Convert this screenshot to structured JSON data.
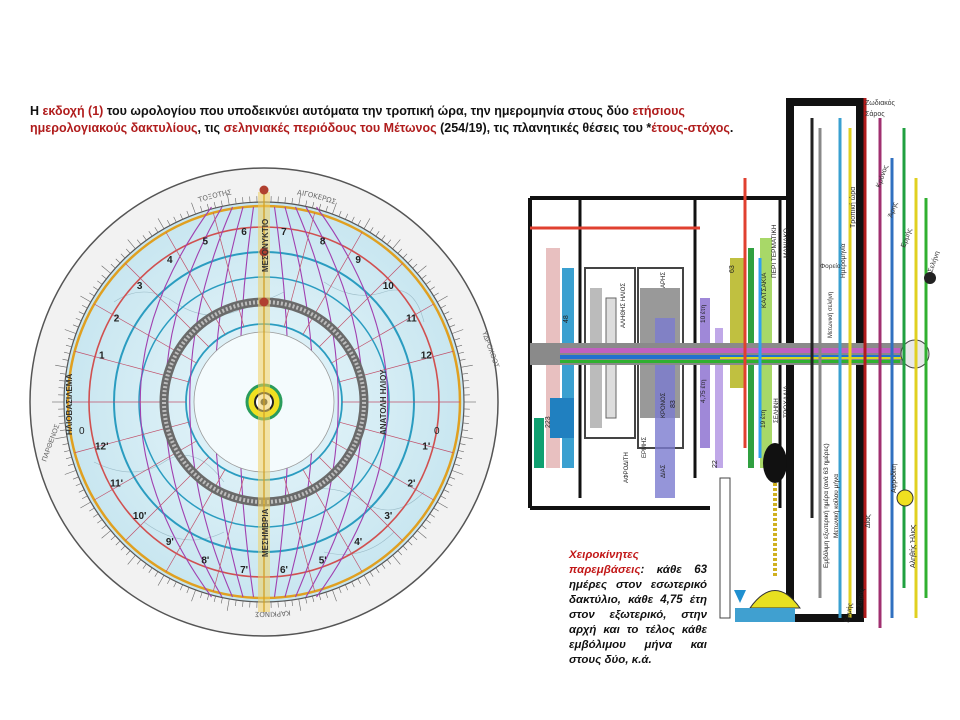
{
  "caption": {
    "p1": "Η ",
    "r1": "εκδοχή (1)",
    "p2": " του ωρολογίου που υποδεικνύει αυτόματα την τροπική ώρα, την ημερομηνία στους δύο ",
    "r2": "ετήσιους ημερολογιακούς δακτυλίους",
    "p3": ", τις ",
    "r3": "σεληνιακές περιόδους του Μέτωνος",
    "p4": " (254/19), τις πλανητικές θέσεις του *",
    "r4": "έτους-στόχος",
    "p5": "."
  },
  "note": {
    "red": "Χειροκίνητες παρεμβάσεις",
    "text": ": κάθε 63 ημέρες στον εσωτερικό δακτύλιο, κάθε 4,75 έτη στον εξωτερικό, στην αρχή και το τέλος κάθε εμβόλιμου μήνα και στους δύο, κ.ά."
  },
  "dial": {
    "zodiac_top": [
      "ΤΟΞΟΤΗΣ",
      "ΑΙΓΟΚΕΡΩΣ"
    ],
    "zodiac_left": "ΠΑΡΘΕΝΟΣ",
    "zodiac_right": "ΥΔΡΟΧΟΟΣ",
    "zodiac_bottom": "ΚΑΡΚΙΝΟΣ",
    "label_top": "ΜΕΣΟΝΥΚΤΙΟ",
    "label_bottom": "ΜΕΣΗΜΒΡΙΑ",
    "label_left": "ΗΛΙΟΒΑΣΙΛΕΜΑ",
    "label_right": "ΑΝΑΤΟΛΗ ΗΛΙΟΥ",
    "hours_upper": [
      "1",
      "2",
      "3",
      "4",
      "5",
      "6",
      "7",
      "8",
      "9",
      "10",
      "11",
      "12"
    ],
    "hours_lower": [
      "12'",
      "11'",
      "10'",
      "9'",
      "8'",
      "7'",
      "6'",
      "5'",
      "4'",
      "3'",
      "2'",
      "1'"
    ],
    "extra_left": "0",
    "extra_right": "0"
  },
  "mech": {
    "labels_top": [
      "Ζωδιακός",
      "Σάρος"
    ],
    "labels_right": [
      "Κρόνος",
      "Άρης",
      "Ερμής",
      "Σελήνη"
    ],
    "labels_mid": [
      "Τροπική ώρα",
      "Ημερομηνία",
      "Φορείο",
      "Μετωνική σελήνη",
      "ΠΕΡΙ ΤΕΡΜΑΤΙΚΗ",
      "ΜΑΝΙΑΚΟ",
      "ΚΑΛΤΣΑΚΙΑ"
    ],
    "labels_vertical_bottom": [
      "Εμβόλιμη εξωτερική ημέρα (ανά 63 ημέρες)",
      "Μετωνική κοίλου μήνα",
      "Αφροδίτη",
      "Δίας",
      "Αληθής Ήλιος",
      "Σάρος",
      "Ερμής"
    ],
    "labels_gears": [
      "ΑΛΗΘΗΣ ΗΛΙΟΣ",
      "ΑΡΗΣ",
      "ΚΡΟΝΟΣ",
      "ΕΡΜΗΣ",
      "ΑΦΡΟΔΙΤΗ",
      "ΔΙΑΣ",
      "ΤΡΟΧΑΛΙΑ",
      "ΣΕΛΗΝΗ"
    ],
    "numbers": [
      "223",
      "63",
      "10 έτη",
      "4,75 έτη",
      "19 έτη",
      "48",
      "83",
      "22"
    ]
  }
}
